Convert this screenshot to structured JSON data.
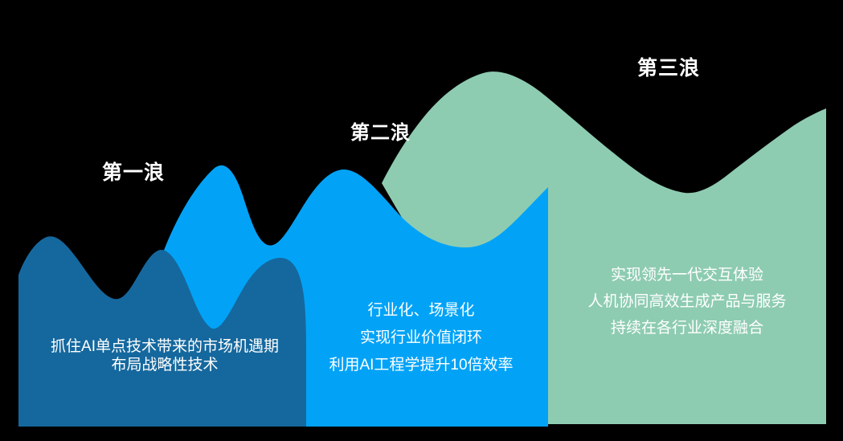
{
  "background_color": "#000000",
  "text_color": "#FFFFFF",
  "waves": [
    {
      "label": "第一浪",
      "color": "#15689E",
      "lines": [
        "抓住AI单点技术带来的市场机遇期",
        "布局战略性技术"
      ]
    },
    {
      "label": "第二浪",
      "color": "#02A3F7",
      "lines": [
        "行业化、场景化",
        "实现行业价值闭环",
        "利用AI工程学提升10倍效率"
      ]
    },
    {
      "label": "第三浪",
      "color": "#8ECCB2",
      "lines": [
        "实现领先一代交互体验",
        "人机协同高效生成产品与服务",
        "持续在各行业深度融合"
      ]
    }
  ]
}
